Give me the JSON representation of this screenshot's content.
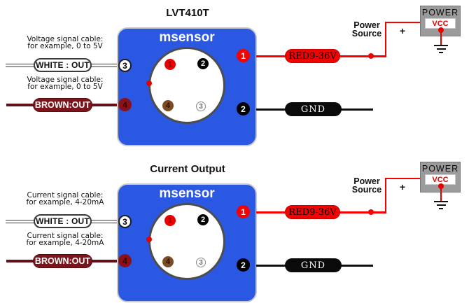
{
  "colors": {
    "sensor_body_blue": "#2b58e2",
    "wire_red": "#f20202",
    "wire_brown": "#64101a",
    "brown_pill": "#7b151c",
    "inner_pin_brown": "#7d4b22",
    "power_box_gray": "#9b9b9b",
    "vcc_red": "#e30000",
    "black": "#111111"
  },
  "diagrams": [
    {
      "title": "LVT410T",
      "note_top_line1": "Voltage signal cable:",
      "note_top_line2": "for example, 0 to 5V",
      "note_bottom_line1": "Voltage signal cable:",
      "note_bottom_line2": "for example, 0 to 5V",
      "white_cable_label": "WHITE : OUT",
      "brown_cable_label": "BROWN:OUT",
      "sensor_brand": "msensor",
      "red_cable_label": "RED9-36V",
      "gnd_cable_label": "GND",
      "power_source_line1": "Power",
      "power_source_line2": "Source",
      "plus_sign": "+",
      "power_box_title": "POWER",
      "power_box_vcc": "VCC",
      "pins": {
        "edge_left_top": "3",
        "edge_left_bottom": "4",
        "edge_right_top": "1",
        "edge_right_bottom": "2",
        "inner_1": "1",
        "inner_2": "2",
        "inner_3": "3",
        "inner_4": "4"
      }
    },
    {
      "title": "Current Output",
      "note_top_line1": "Current signal cable:",
      "note_top_line2": "for example, 4-20mA",
      "note_bottom_line1": "Current signal cable:",
      "note_bottom_line2": "for example, 4-20mA",
      "white_cable_label": "WHITE : OUT",
      "brown_cable_label": "BROWN:OUT",
      "sensor_brand": "msensor",
      "red_cable_label": "RED9-36V",
      "gnd_cable_label": "GND",
      "power_source_line1": "Power",
      "power_source_line2": "Source",
      "plus_sign": "+",
      "power_box_title": "POWER",
      "power_box_vcc": "VCC",
      "pins": {
        "edge_left_top": "3",
        "edge_left_bottom": "4",
        "edge_right_top": "1",
        "edge_right_bottom": "2",
        "inner_1": "1",
        "inner_2": "2",
        "inner_3": "3",
        "inner_4": "4"
      }
    }
  ]
}
